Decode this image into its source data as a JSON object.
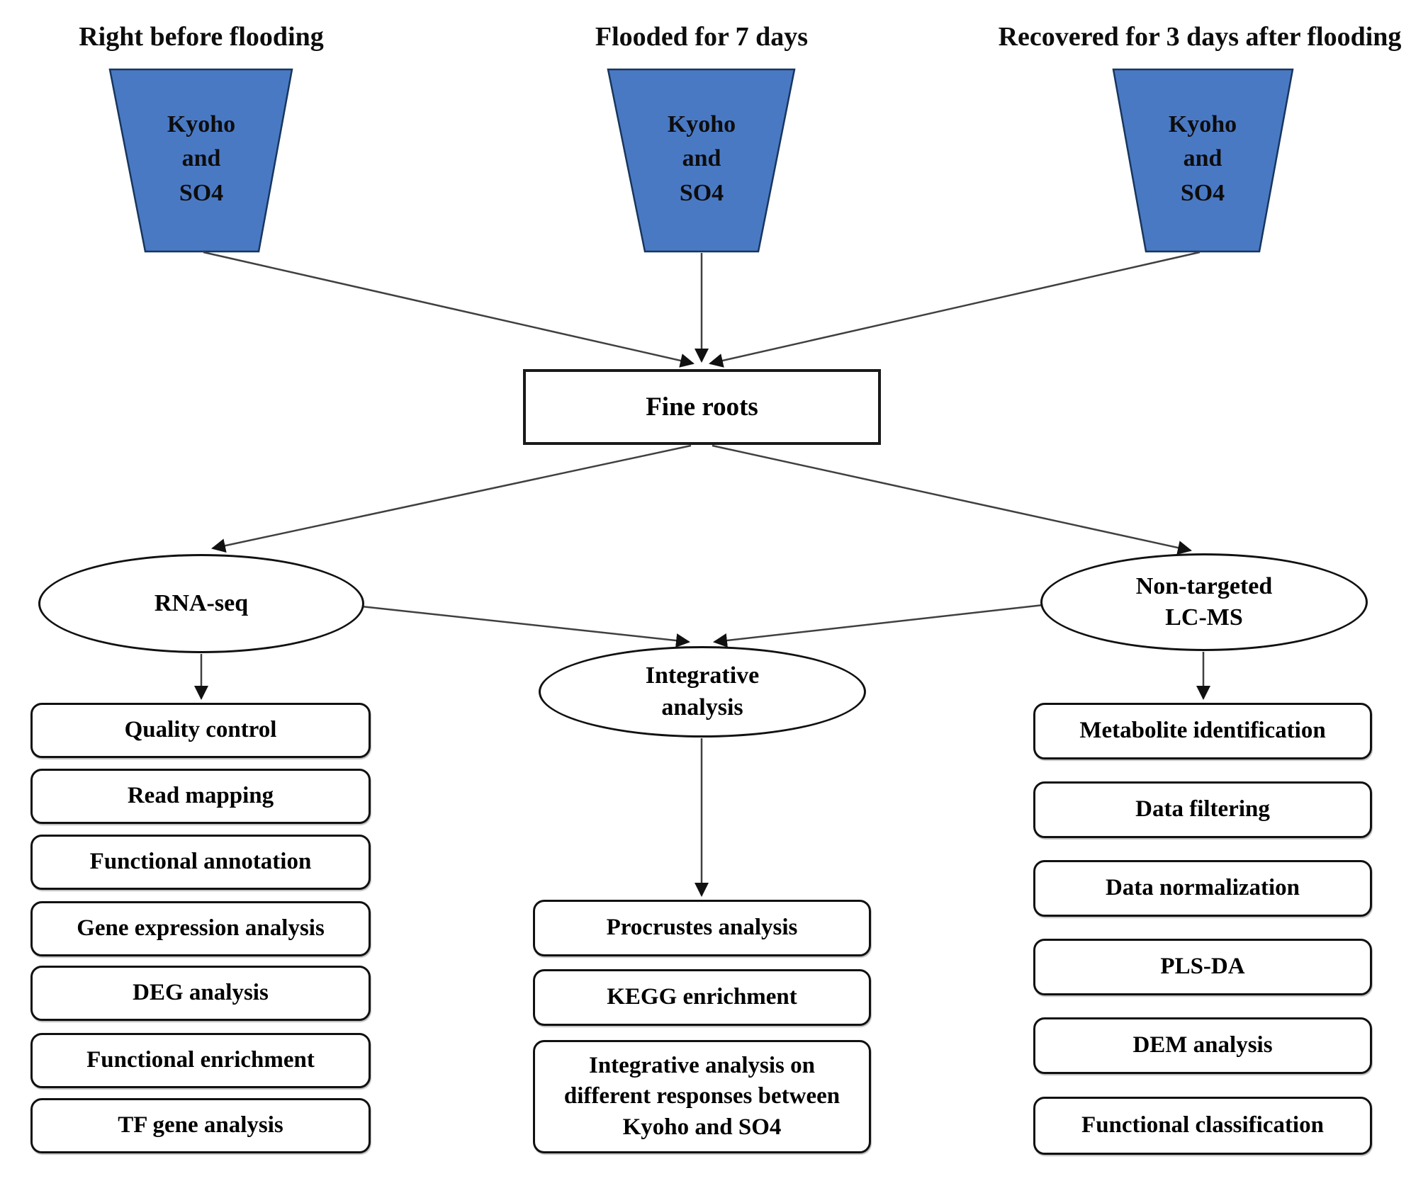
{
  "stages": [
    {
      "header": "Right before flooding",
      "funnel_label": "Kyoho\nand\nSO4"
    },
    {
      "header": "Flooded for 7 days",
      "funnel_label": "Kyoho\nand\nSO4"
    },
    {
      "header": "Recovered for 3 days after flooding",
      "funnel_label": "Kyoho\nand\nSO4"
    }
  ],
  "sample": {
    "label": "Fine roots"
  },
  "methods": {
    "rna_seq": {
      "label": "RNA-seq"
    },
    "lcms": {
      "label": "Non-targeted\nLC-MS"
    },
    "integrative": {
      "label": "Integrative\nanalysis"
    }
  },
  "pipelines": {
    "rna_seq_steps": [
      "Quality control",
      "Read mapping",
      "Functional annotation",
      "Gene expression analysis",
      "DEG analysis",
      "Functional enrichment",
      "TF gene analysis"
    ],
    "integrative_steps": [
      "Procrustes analysis",
      "KEGG enrichment",
      "Integrative analysis on different responses between Kyoho and SO4"
    ],
    "lcms_steps": [
      "Metabolite identification",
      "Data filtering",
      "Data normalization",
      "PLS-DA",
      "DEM analysis",
      "Functional classification"
    ]
  },
  "colors": {
    "background": "#ffffff",
    "funnel_fill": "#4a79c4",
    "funnel_border": "#17365d",
    "arrow": "#404040",
    "box_border": "#111111",
    "text": "#000000"
  }
}
